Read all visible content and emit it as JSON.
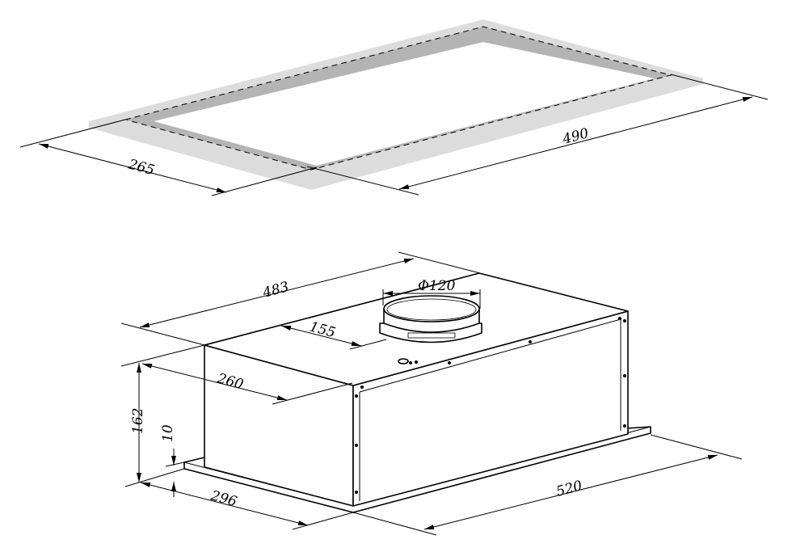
{
  "cutout_frame": {
    "width_label": "265",
    "length_label": "490",
    "colors": {
      "outer": "#dcdcdc",
      "inner": "#b4b4b4"
    }
  },
  "range_hood": {
    "top_length_label": "483",
    "duct_diameter_label": "Φ120",
    "duct_offset_label": "155",
    "top_depth_label": "260",
    "height_label": "162",
    "base_offset_label": "10",
    "base_depth_label": "296",
    "base_length_label": "520"
  }
}
